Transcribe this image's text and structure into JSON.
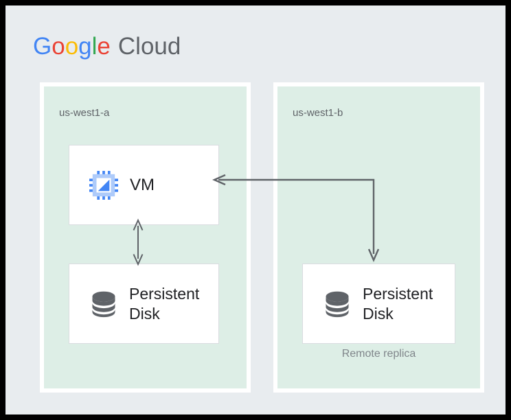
{
  "page": {
    "background_color": "#e8ecef",
    "frame_color": "#000000"
  },
  "logo": {
    "name": "google-cloud-logo",
    "google": {
      "letters": [
        "G",
        "o",
        "o",
        "g",
        "l",
        "e"
      ],
      "colors": [
        "#4285F4",
        "#EA4335",
        "#FBBC05",
        "#4285F4",
        "#34A853",
        "#EA4335"
      ]
    },
    "cloud_word": "Cloud",
    "cloud_color": "#5F6368"
  },
  "zones": [
    {
      "id": "zone-a",
      "label": "us-west1-a",
      "fill": "#ddeee6",
      "border": "#ffffff"
    },
    {
      "id": "zone-b",
      "label": "us-west1-b",
      "fill": "#ddeee6",
      "border": "#ffffff"
    }
  ],
  "nodes": {
    "vm": {
      "label": "VM",
      "icon": "cpu-icon",
      "icon_colors": {
        "pins": "#4285F4",
        "frame": "#aecbfa",
        "body": "#ffffff",
        "triangle": "#4285F4"
      }
    },
    "disk_primary": {
      "label": "Persistent\nDisk",
      "icon": "database-disk-icon",
      "icon_color": "#5f6368"
    },
    "disk_replica": {
      "label": "Persistent\nDisk",
      "icon": "database-disk-icon",
      "icon_color": "#5f6368",
      "caption": "Remote replica"
    }
  },
  "connectors": [
    {
      "id": "vm-to-disk-arrow",
      "type": "double-headed-vertical-arrow",
      "from": "vm",
      "to": "disk_primary",
      "color": "#5f6368"
    },
    {
      "id": "replication-elbow-arrow",
      "type": "elbow-double-headed-arrow",
      "from": "disk_replica",
      "to": "vm",
      "color": "#5f6368"
    }
  ]
}
